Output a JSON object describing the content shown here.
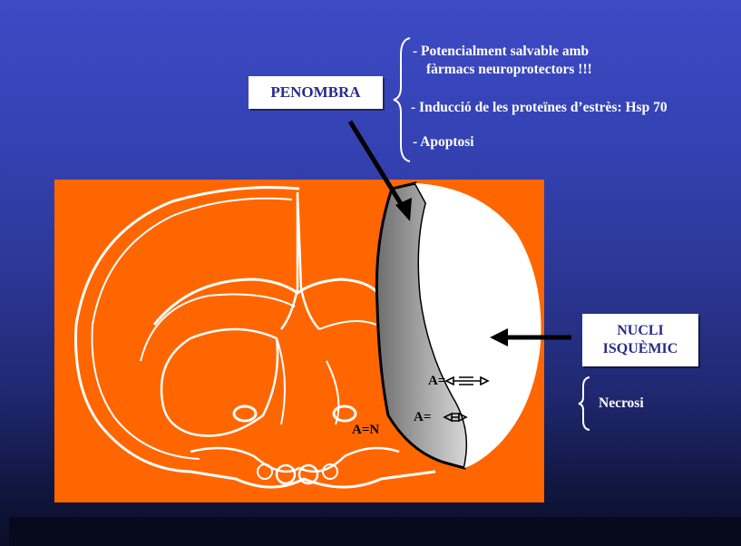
{
  "penombra_label": "PENOMBRA",
  "nucli_label_line1": "NUCLI",
  "nucli_label_line2": "ISQUÈMIC",
  "penumbra_notes": [
    "- Potencialment salvable amb",
    "fàrmacs neuroprotectors !!!",
    "- Inducció de les proteïnes d’estrès: Hsp 70",
    "- Apoptosi"
  ],
  "core_note": "Necrosi",
  "brain_labels": {
    "core_a": "A=",
    "penumbra_a": "A=",
    "normal_a": "A=N"
  },
  "colors": {
    "background_top": "#3d4ac4",
    "background_bottom": "#0a0e28",
    "panel": "#ff6600",
    "label_text": "#2a2a8a",
    "note_text": "#ffffff"
  }
}
